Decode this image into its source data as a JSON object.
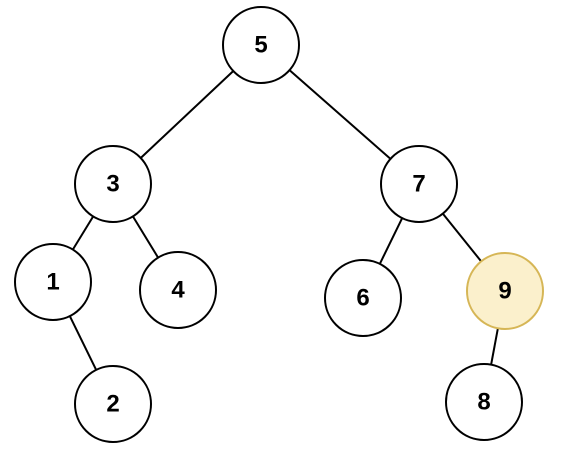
{
  "tree": {
    "nodes": [
      {
        "id": "n5",
        "label": "5",
        "highlighted": false
      },
      {
        "id": "n3",
        "label": "3",
        "highlighted": false
      },
      {
        "id": "n7",
        "label": "7",
        "highlighted": false
      },
      {
        "id": "n1",
        "label": "1",
        "highlighted": false
      },
      {
        "id": "n4",
        "label": "4",
        "highlighted": false
      },
      {
        "id": "n6",
        "label": "6",
        "highlighted": false
      },
      {
        "id": "n9",
        "label": "9",
        "highlighted": true
      },
      {
        "id": "n2",
        "label": "2",
        "highlighted": false
      },
      {
        "id": "n8",
        "label": "8",
        "highlighted": false
      }
    ],
    "edges": [
      {
        "from": "n5",
        "to": "n3"
      },
      {
        "from": "n5",
        "to": "n7"
      },
      {
        "from": "n3",
        "to": "n1"
      },
      {
        "from": "n3",
        "to": "n4"
      },
      {
        "from": "n7",
        "to": "n6"
      },
      {
        "from": "n7",
        "to": "n9"
      },
      {
        "from": "n1",
        "to": "n2"
      },
      {
        "from": "n9",
        "to": "n8"
      }
    ]
  },
  "colors": {
    "node_fill": "#ffffff",
    "node_stroke": "#000000",
    "highlight_fill": "#fbf0cc",
    "highlight_stroke": "#d6b656",
    "edge": "#000000"
  }
}
